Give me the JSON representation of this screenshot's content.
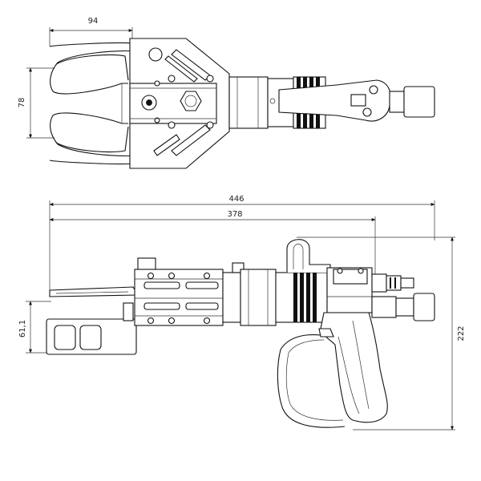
{
  "dimensions": {
    "top_width": "94",
    "top_height": "78",
    "overall_length": "446",
    "body_length": "378",
    "overall_height": "222",
    "jaw_offset": "61,1"
  }
}
